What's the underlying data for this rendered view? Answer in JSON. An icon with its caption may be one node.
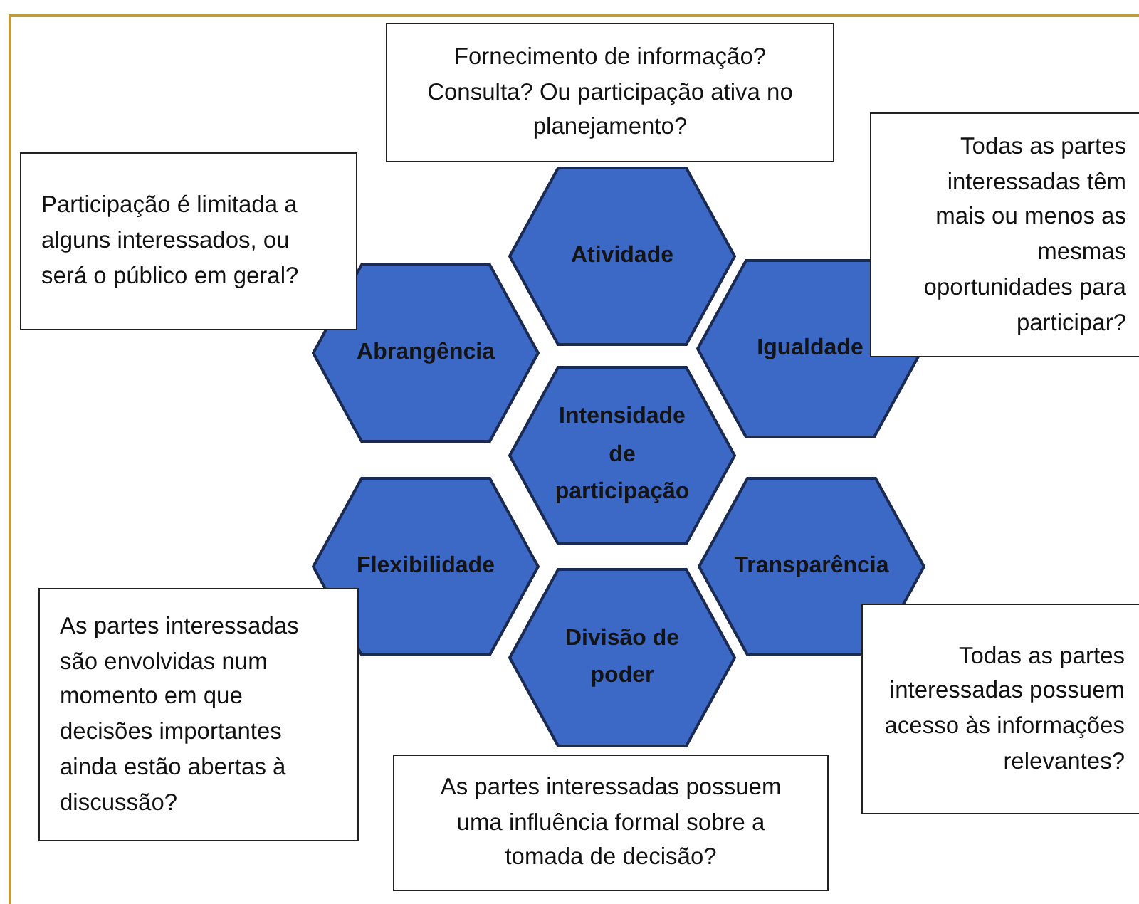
{
  "diagram": {
    "nodes": [
      {
        "text": [
          "Fornecimento de informação? Consulta? Ou participação ativa no planejamento?"
        ]
      },
      {
        "text": [
          "Participação é limitada a alguns interessados, ou será o público em geral?"
        ]
      },
      {
        "text": [
          "Atividade"
        ]
      },
      {
        "text": [
          "Todas as partes interessadas têm mais ou menos as mesmas oportunidades para participar?"
        ]
      },
      {
        "text": [
          "Abrangência"
        ]
      },
      {
        "text": [
          "Igualdade"
        ]
      },
      {
        "text": [
          "Intensidade de participação"
        ]
      },
      {
        "text": [
          "Flexibilidade"
        ]
      },
      {
        "text": [
          "Transparência"
        ]
      },
      {
        "text": [
          "As partes interessadas são envolvidas num momento em que decisões importantes ainda estão abertas à discussão?"
        ]
      },
      {
        "text": [
          "Divisão de poder"
        ]
      },
      {
        "text": [
          "Todas as partes interessadas possuem acesso às informações relevantes?"
        ]
      },
      {
        "text": [
          "As partes interessadas possuem uma influência formal sobre a tomada de decisão?"
        ]
      }
    ]
  }
}
